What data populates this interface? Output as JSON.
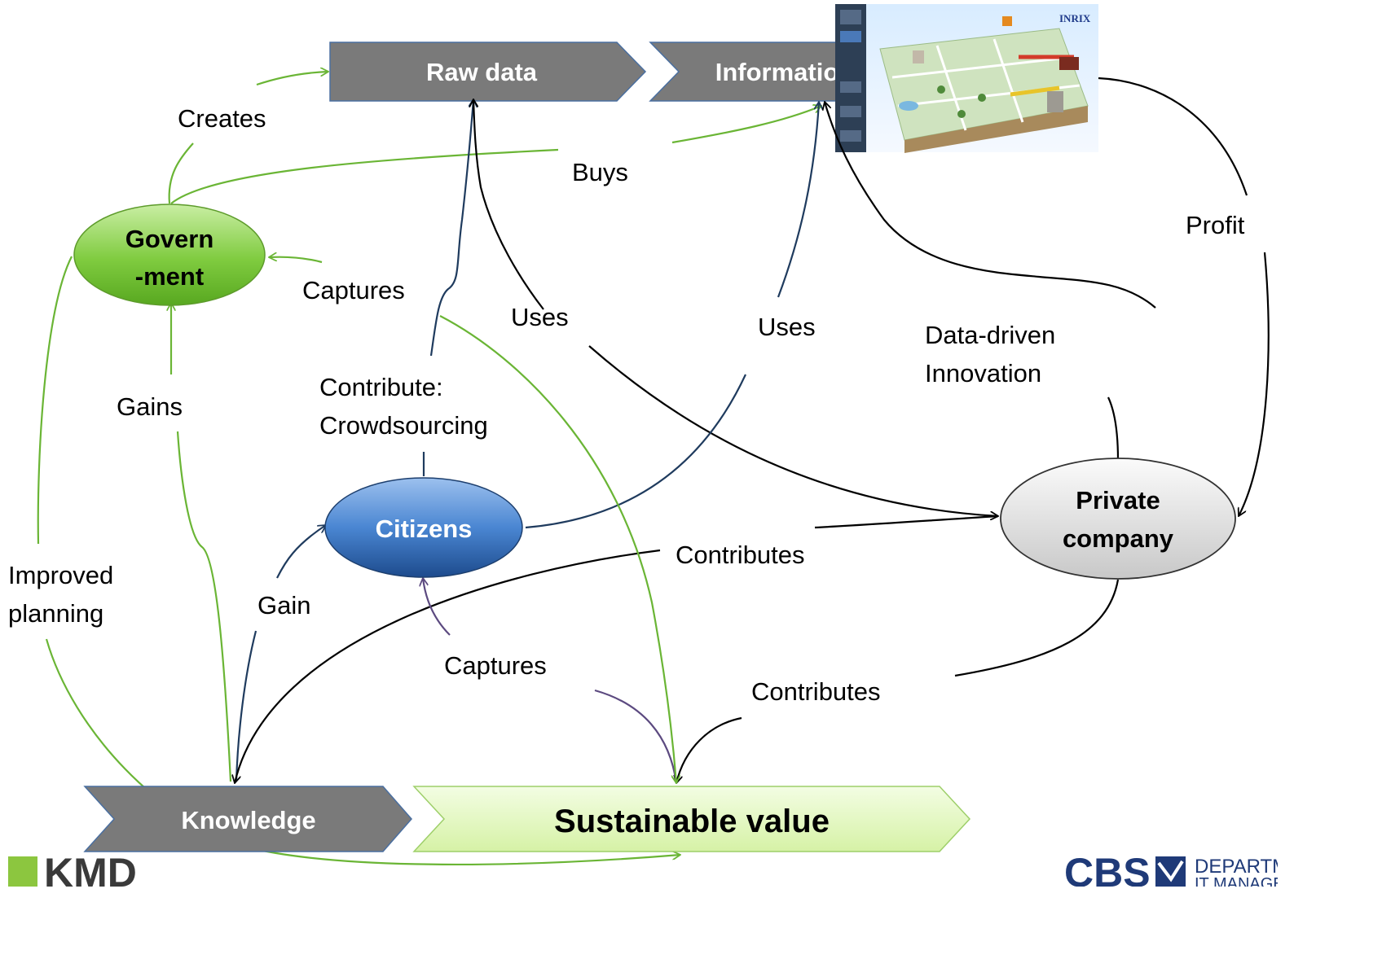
{
  "chevrons": {
    "raw_data": "Raw data",
    "information_product": "Information product",
    "knowledge": "Knowledge",
    "sustainable_value": "Sustainable value"
  },
  "nodes": {
    "government_line1": "Govern",
    "government_line2": "-ment",
    "citizens": "Citizens",
    "private_line1": "Private",
    "private_line2": "company"
  },
  "edge_labels": {
    "creates": "Creates",
    "buys": "Buys",
    "captures_gov": "Captures",
    "uses_raw": "Uses",
    "uses_info": "Uses",
    "contribute_line1": "Contribute:",
    "contribute_line2": "Crowdsourcing",
    "gains": "Gains",
    "gain": "Gain",
    "profit": "Profit",
    "ddi_line1": "Data-driven",
    "ddi_line2": "Innovation",
    "contributes_knowledge": "Contributes",
    "contributes_value": "Contributes",
    "captures_citizens": "Captures",
    "improved_line1": "Improved",
    "improved_line2": "planning"
  },
  "image_text": {
    "brand": "INRIX"
  },
  "logos": {
    "kmd": "KMD",
    "cbs": "CBS",
    "dept_line1": "DEPARTMENT",
    "dept_line2": "IT MANAGEMENT"
  },
  "colors": {
    "chevron_gray": "#7a7a7a",
    "green_edge": "#6ab535",
    "navy_edge": "#1f3b5e",
    "purple_edge": "#5c4a80",
    "black_edge": "#000000"
  }
}
